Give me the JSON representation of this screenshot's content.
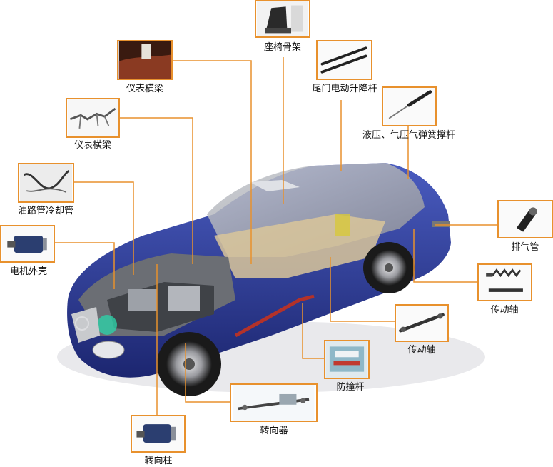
{
  "accent_color": "#e8912d",
  "car_body_color": "#2c3a8f",
  "parts": [
    {
      "id": "seat-frame",
      "label": "座椅骨架",
      "icon": "seat-frame-icon"
    },
    {
      "id": "tailgate-strut",
      "label": "尾门电动升降杆",
      "icon": "strut-rods-icon"
    },
    {
      "id": "gas-spring",
      "label": "液压、气压气弹簧撑杆",
      "icon": "gas-spring-icon"
    },
    {
      "id": "dashboard-beam-1",
      "label": "仪表横梁",
      "icon": "dashboard-icon"
    },
    {
      "id": "dashboard-beam-2",
      "label": "仪表横梁",
      "icon": "cross-beam-icon"
    },
    {
      "id": "oil-cooling-pipe",
      "label": "油路管冷却管",
      "icon": "pipe-icon"
    },
    {
      "id": "motor-housing",
      "label": "电机外壳",
      "icon": "motor-icon"
    },
    {
      "id": "exhaust-pipe",
      "label": "排气管",
      "icon": "exhaust-icon"
    },
    {
      "id": "drive-shaft-1",
      "label": "传动轴",
      "icon": "shock-absorber-icon"
    },
    {
      "id": "drive-shaft-2",
      "label": "传动轴",
      "icon": "drive-shaft-icon"
    },
    {
      "id": "bumper-bar",
      "label": "防撞杆",
      "icon": "bumper-icon"
    },
    {
      "id": "steering-gear",
      "label": "转向器",
      "icon": "steering-gear-icon"
    },
    {
      "id": "steering-column",
      "label": "转向柱",
      "icon": "steering-column-icon"
    }
  ]
}
